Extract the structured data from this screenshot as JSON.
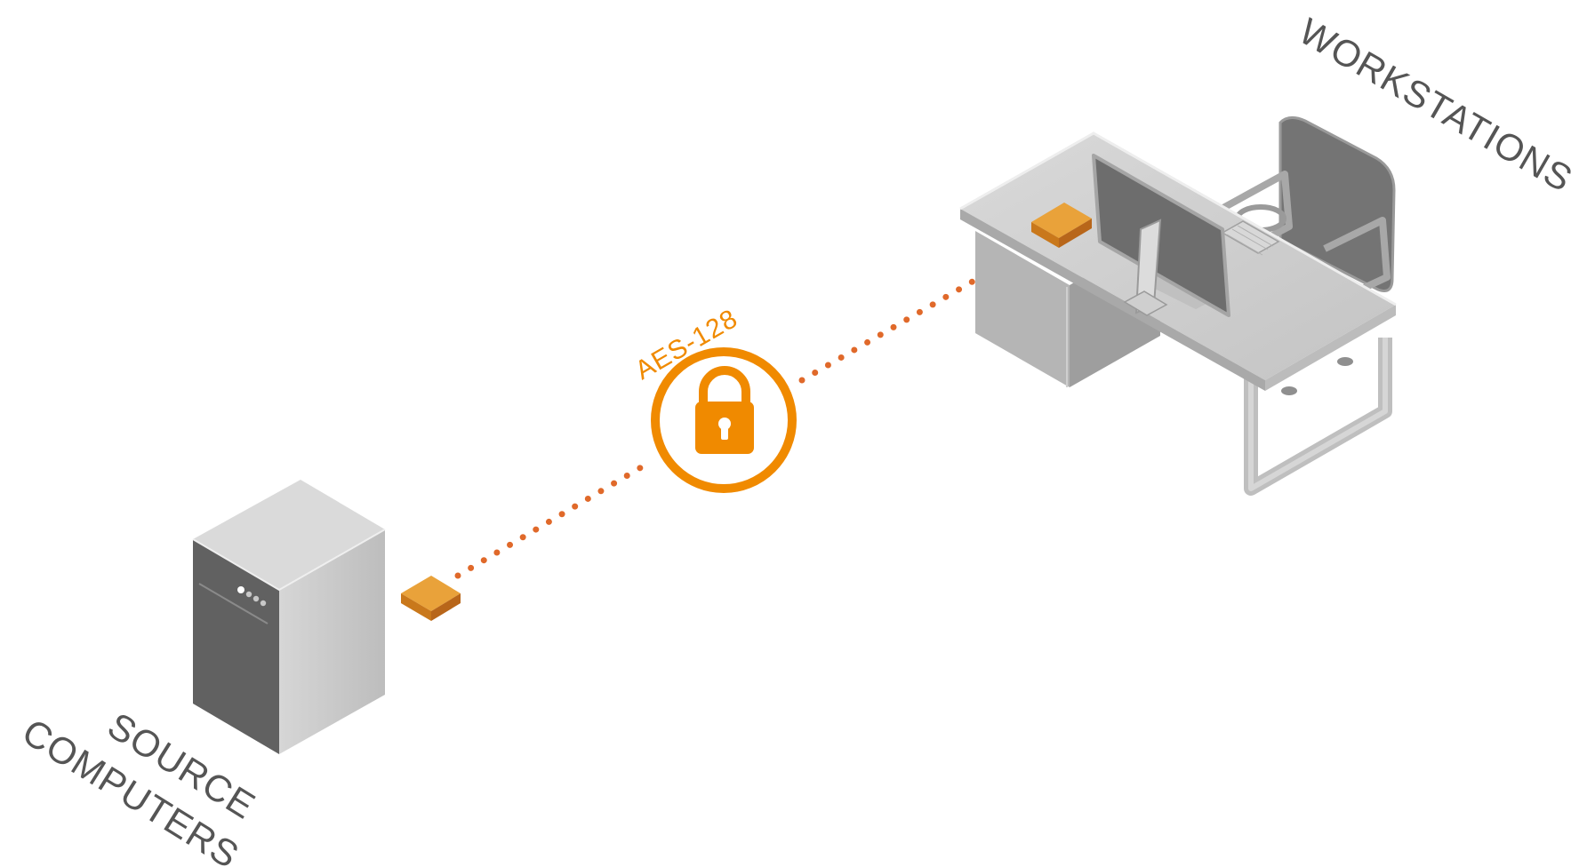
{
  "labels": {
    "source_line1": "SOURCE",
    "source_line2": "COMPUTERS",
    "workstations": "WORKSTATIONS",
    "encryption": "AES-128"
  },
  "icons": {
    "server": "server-tower-icon",
    "transmitter": "transmitter-box-icon",
    "receiver": "receiver-box-icon",
    "lock": "padlock-icon",
    "desk": "workstation-desk-icon"
  },
  "colors": {
    "accent": "#f08a00",
    "link_dots": "#e0692a",
    "box_top": "#e9a23a",
    "box_side": "#c9781b",
    "label_text": "#555555"
  }
}
